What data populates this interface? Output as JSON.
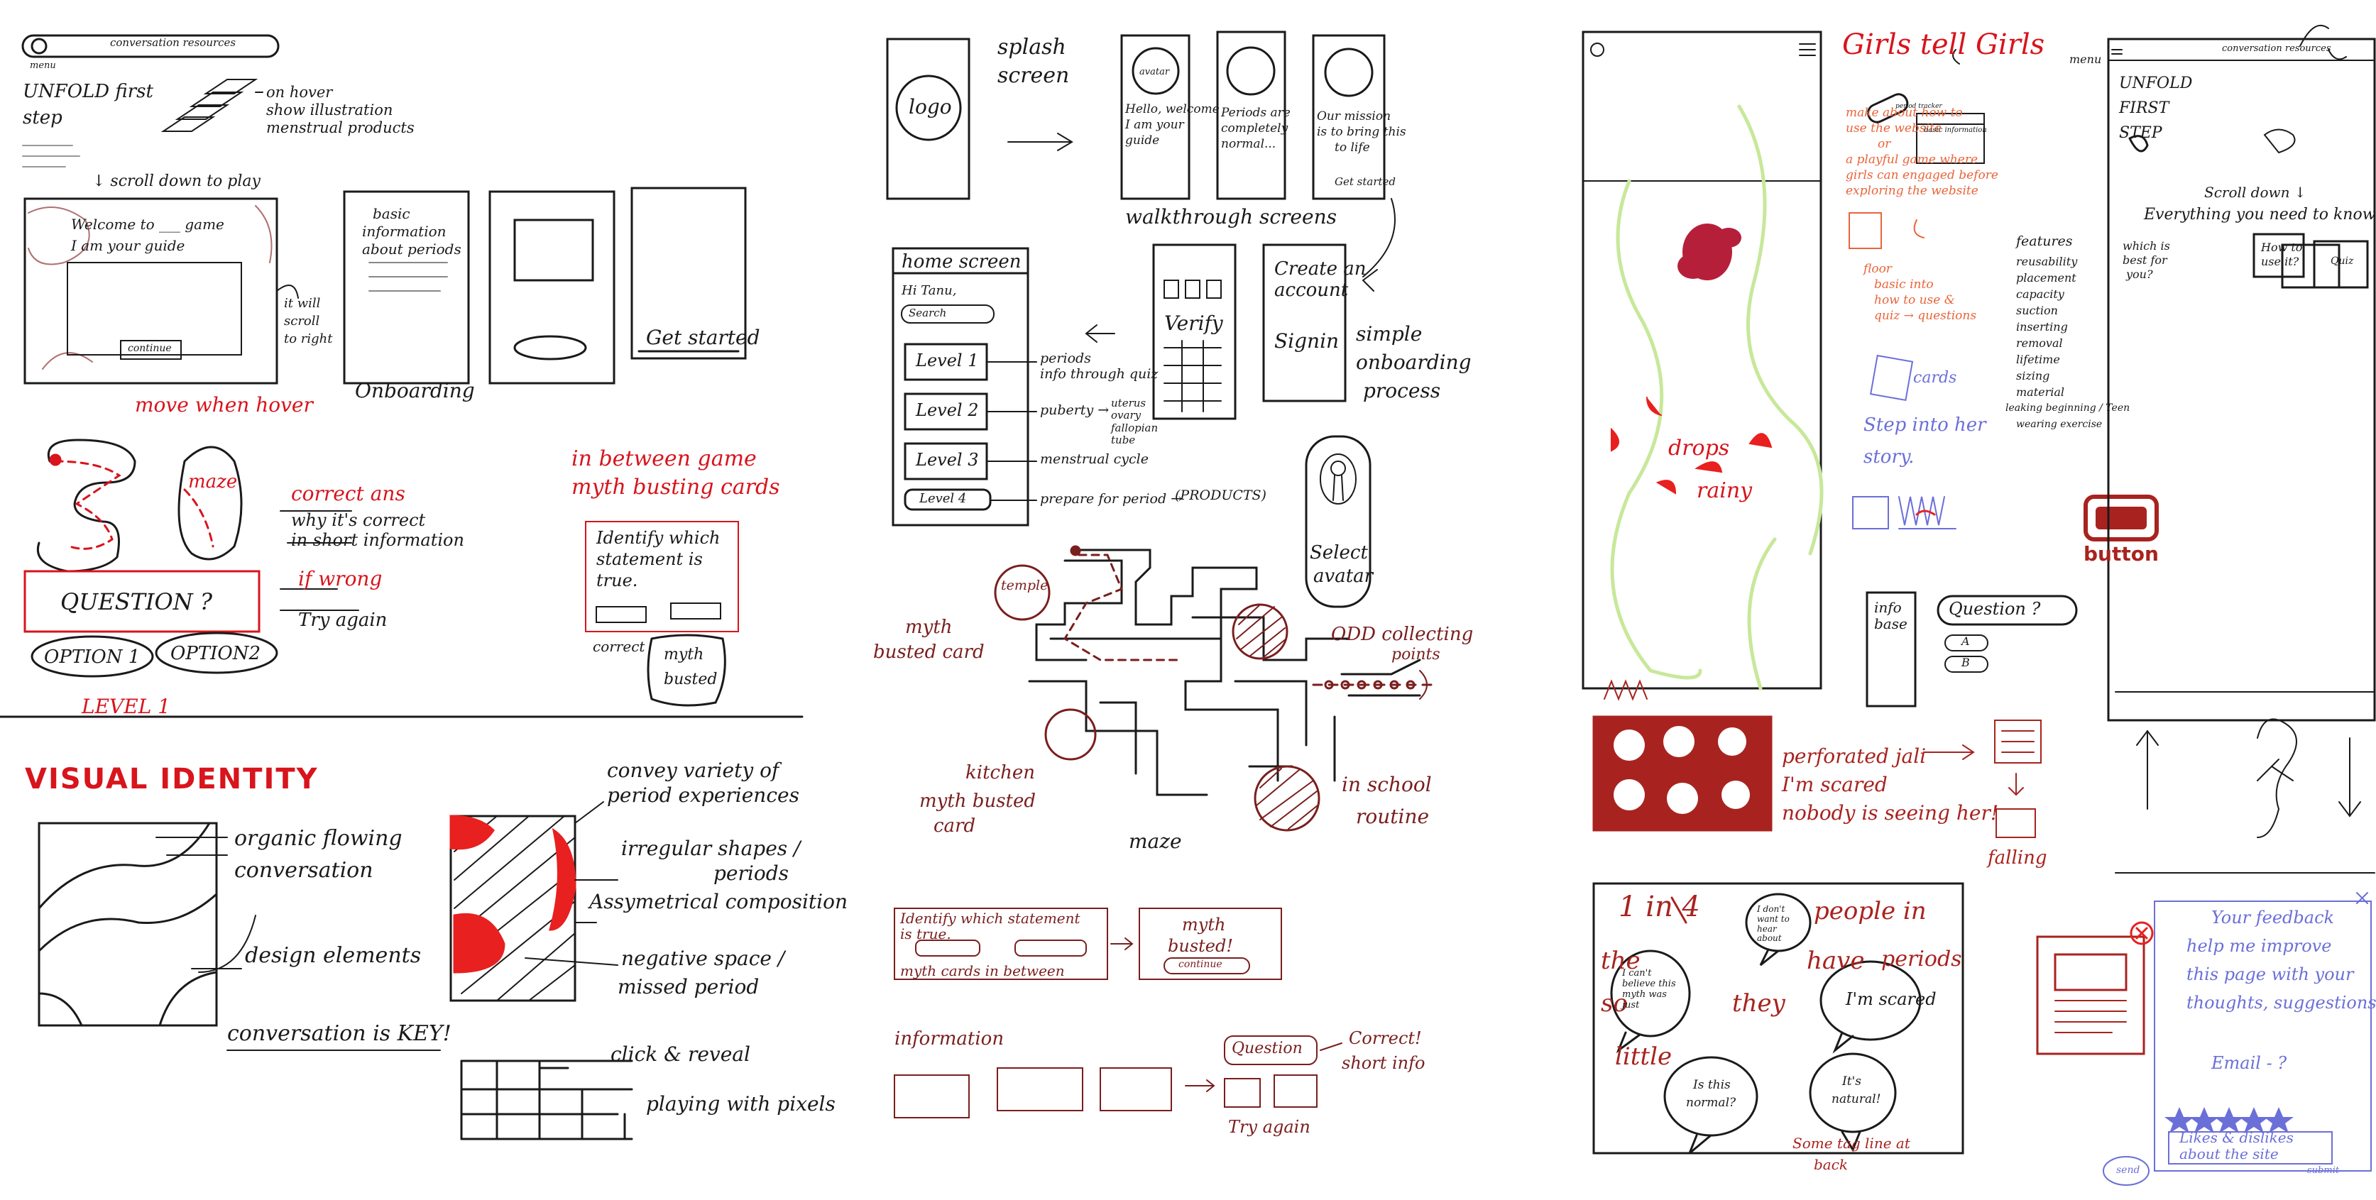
{
  "colors": {
    "ink": "#1a1a1a",
    "red": "#d8141c",
    "maroon": "#7a1e1e",
    "orange": "#e8643a",
    "blue": "#6b6fd8",
    "lime": "#c7e89a",
    "fill_maroon": "#a8231f"
  },
  "p1": {
    "nav_label": "conversation resources",
    "menu": "menu",
    "unfold": "UNFOLD first",
    "step": "step",
    "on_hover": "on hover",
    "show_illustration": "show illustration",
    "menstrual_products": "menstrual products",
    "scroll_down": "↓ scroll down to play",
    "welcome": "Welcome to ___ game",
    "guide": "I am your guide",
    "continue": "continue",
    "it_will": "it will",
    "scroll_to": "scroll",
    "to_right": "to right",
    "basic": "basic",
    "information": "information",
    "about_periods": "about periods",
    "get_started": "Get started",
    "move_hover": "move when hover",
    "onboarding": "Onboarding",
    "maze": "maze",
    "correct_ans": "correct ans",
    "why_correct": "why it's correct",
    "short_info": "in short information",
    "if_wrong": "if wrong",
    "try_again": "Try again",
    "question": "QUESTION ?",
    "option1": "OPTION 1",
    "option2": "OPTION2",
    "level1": "LEVEL 1",
    "in_between": "in between game",
    "myth_busting": "myth busting cards",
    "identify": "Identify which",
    "statement": "statement is",
    "true": "true.",
    "correct": "correct",
    "myth": "myth",
    "busted": "busted",
    "visual_identity": "VISUAL IDENTITY",
    "organic": "organic flowing",
    "conversation": "conversation",
    "design_elements": "design elements",
    "conv_key": "conversation is KEY!",
    "convey": "convey variety of",
    "period_exp": "period experiences",
    "irregular": "irregular shapes /",
    "periods": "periods",
    "assym": "Assymetrical composition",
    "negative": "negative space /",
    "missed": "missed period",
    "click_reveal": "click & reveal",
    "pixels": "playing with pixels"
  },
  "p2": {
    "logo": "logo",
    "splash": "splash",
    "screen": "screen",
    "avatar": "avatar",
    "hello": "Hello, welcome",
    "guide": "I am your",
    "guide2": "guide",
    "periods_are": "Periods are",
    "completely": "completely",
    "normal": "normal...",
    "our_mission": "Our mission",
    "bring": "is to bring this",
    "to_life": "to life",
    "get_started": "Get started",
    "walkthrough": "walkthrough screens",
    "home": "home screen",
    "hi": "Hi Tanu,",
    "search": "Search",
    "verify": "Verify",
    "create": "Create an",
    "account": "account",
    "signin": "Signin",
    "simple": "simple",
    "onboarding": "onboarding",
    "process": "process",
    "level1": "Level 1",
    "level2": "Level 2",
    "level3": "Level 3",
    "level4": "Level 4",
    "l1_desc": "periods",
    "l1_desc2": "info through quiz",
    "l2_desc": "puberty →",
    "l2_sub": "uterus ovary fallopian tube",
    "l3_desc": "menstrual cycle",
    "l4_desc": "prepare for period →",
    "products": "(PRODUCTS)",
    "select": "Select",
    "avatar2": "avatar",
    "temple": "temple",
    "myth": "myth",
    "busted_card": "busted card",
    "odd": "ODD collecting",
    "points": "points",
    "kitchen": "kitchen",
    "myth_busted": "myth busted",
    "card": "card",
    "maze": "maze",
    "in_school": "in school",
    "routine": "routine",
    "identify": "Identify which statement",
    "is_true": "is true.",
    "myth_cards": "myth cards in between",
    "myth2": "myth",
    "busted2": "busted!",
    "continue": "continue",
    "information": "information",
    "question": "Question",
    "correct": "Correct!",
    "short_info": "short info",
    "try_again": "Try again"
  },
  "p3": {
    "girls": "Girls tell Girls",
    "menu": "menu",
    "make_about": "make about how to",
    "use": "use the website",
    "or": "or",
    "playful": "a playful game where",
    "girls_can": "girls can engaged before",
    "exploring": "exploring the website",
    "period_tracker": "period tracker",
    "basic_info": "basic information",
    "floor": "floor",
    "basic_into": "basic into",
    "how_to": "how to use &",
    "quiz": "quiz → questions",
    "features": "features",
    "f1": "reusability",
    "f2": "placement",
    "f3": "capacity",
    "f4": "suction",
    "f5": "inserting",
    "f6": "removal",
    "f7": "lifetime",
    "f8": "sizing",
    "f9": "material",
    "f10": "leaking beginning / Teen",
    "f11": "wearing exercise",
    "cards": "cards",
    "step_into": "Step into her",
    "story": "story.",
    "drops": "drops",
    "rainy": "rainy",
    "button": "button",
    "info_base": "info base",
    "question": "Question ?",
    "a": "A",
    "b": "B",
    "nav": "conversation  resources",
    "unfold": "UNFOLD",
    "first": "FIRST",
    "step": "STEP",
    "scroll": "Scroll down ↓",
    "everything": "Everything you need to know",
    "which": "which is",
    "best": "best for",
    "you": "you?",
    "how": "How to",
    "use_it": "use it?",
    "quiz2": "Quiz",
    "perforated": "perforated jali",
    "scared": "I'm scared",
    "nobody": "nobody is seeing her!",
    "falling": "falling",
    "one_in": "1 in 4",
    "people": "people in",
    "the": "the",
    "have": "have",
    "periods": "periods",
    "so": "so",
    "they": "they",
    "little": "little",
    "cant": "I can't believe this myth was just",
    "dont": "I don't want to hear about",
    "is_this": "Is this",
    "normal": "normal?",
    "its": "It's",
    "natural": "natural!",
    "tagline": "Some tag line at",
    "back": "back",
    "feedback": "Your feedback",
    "help": "help me improve",
    "this_page": "this page with your",
    "thoughts": "thoughts, suggestions",
    "email": "Email - ?",
    "likes": "Likes & dislikes",
    "about": "about the site",
    "send": "send",
    "submit": "submit"
  }
}
